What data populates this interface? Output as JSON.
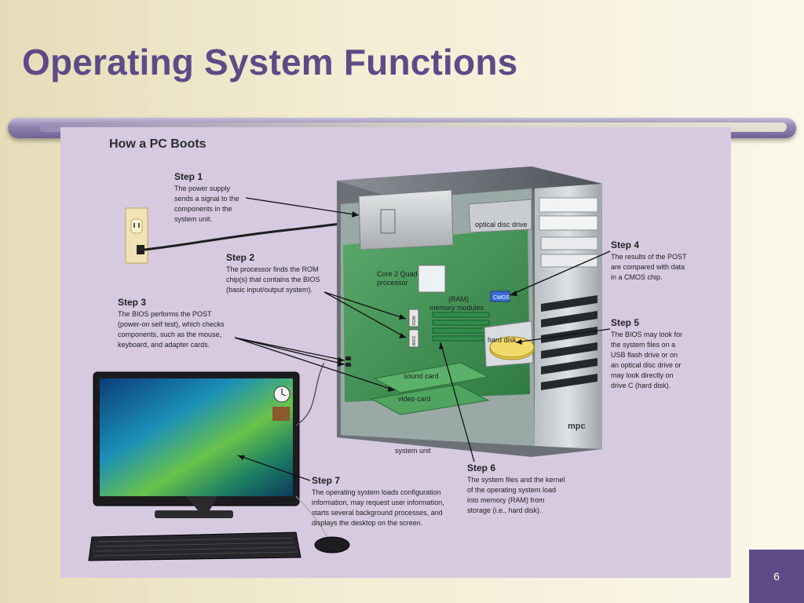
{
  "slide": {
    "title": "Operating System Functions",
    "page_number": "6"
  },
  "figure": {
    "title": "How a PC Boots",
    "labels": {
      "optical_drive": "optical disc drive",
      "processor": [
        "Core 2 Quad",
        "processor"
      ],
      "ram": [
        "(RAM)",
        "memory modules"
      ],
      "cmos": "CMOS",
      "rom": "ROM",
      "bios": "BIOS",
      "hard_disk": "hard disk",
      "sound_card": "sound card",
      "video_card": "video  card",
      "system_unit": "system unit",
      "brand": "mpc"
    },
    "steps": [
      {
        "title": "Step 1",
        "lines": [
          "The power supply",
          "sends a signal to the",
          "components in the",
          "system unit."
        ]
      },
      {
        "title": "Step 2",
        "lines": [
          "The processor finds the ROM",
          "chip(s) that contains the BIOS",
          "(basic input/output system)."
        ]
      },
      {
        "title": "Step 3",
        "lines": [
          "The BIOS performs the POST",
          "(power-on self test), which checks",
          "components, such as the mouse,",
          "keyboard, and adapter cards."
        ]
      },
      {
        "title": "Step 4",
        "lines": [
          "The results of the POST",
          "are compared with data",
          "in a CMOS chip."
        ]
      },
      {
        "title": "Step 5",
        "lines": [
          "The BIOS may look for",
          "the system files on a",
          "USB flash drive or on",
          "an optical disc drive or",
          "may look directly on",
          "drive C (hard disk)."
        ]
      },
      {
        "title": "Step 6",
        "lines": [
          "The system files and the kernel",
          "of the operating system load",
          "into memory (RAM) from",
          "storage (i.e., hard disk)."
        ]
      },
      {
        "title": "Step 7",
        "lines": [
          "The operating system loads configuration",
          "information, may request user information,",
          "starts several background processes, and",
          "displays the desktop on the screen."
        ]
      }
    ]
  }
}
